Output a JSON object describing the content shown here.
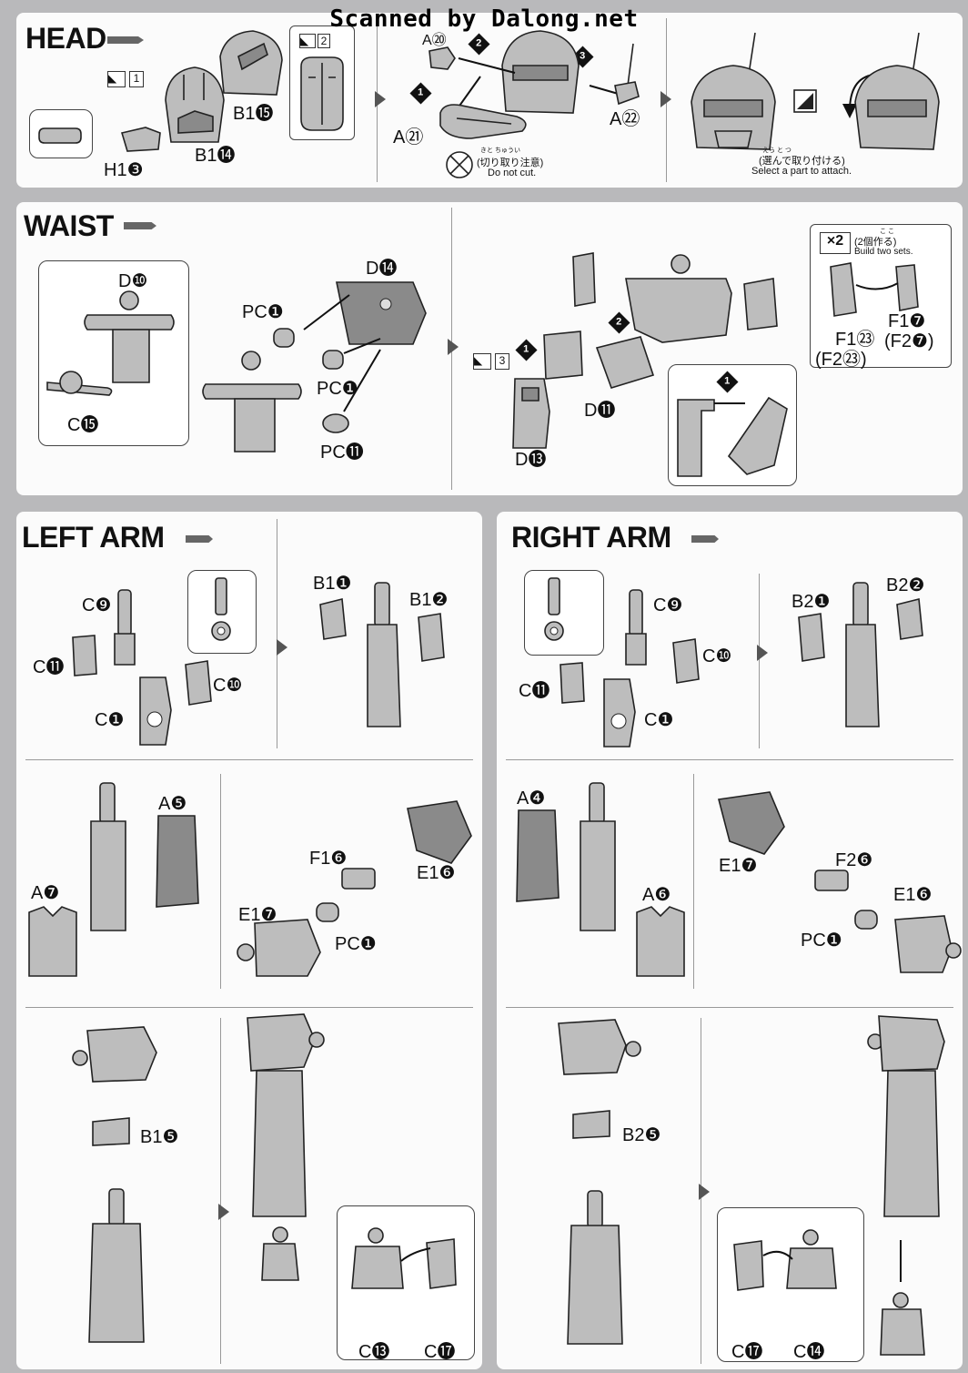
{
  "scan_credit": "Scanned by Dalong.net",
  "sections": {
    "head": {
      "title": "HEAD",
      "labels": {
        "h1_3": "H1❸",
        "b1_14": "B1⓮",
        "b1_15": "B1⓯",
        "a_21": "A㉑",
        "a_22": "A㉒",
        "a_20": "A⑳"
      },
      "icon_1": "1",
      "icon_2": "2",
      "step_1": "1",
      "step_2": "2",
      "step_3": "3",
      "do_not_cut_ruby": "きと  ちゅうい",
      "do_not_cut_jp": "(切り取り注意)",
      "do_not_cut_en": "Do not cut.",
      "select_ruby": "えら    と  つ",
      "select_jp": "(選んで取り付ける)",
      "select_en": "Select a part to attach."
    },
    "waist": {
      "title": "WAIST",
      "labels": {
        "d10": "D❿",
        "d14": "D⓮",
        "pc1_a": "PC❶",
        "pc1_b": "PC❶",
        "pc11": "PC⓫",
        "c15": "C⓯",
        "d11": "D⓫",
        "d13": "D⓭",
        "f1_23": "F1㉓",
        "f2_23": "(F2㉓)",
        "f1_7": "F1❼",
        "f2_7": "(F2❼)"
      },
      "icon_3": "3",
      "step_1": "1",
      "step_2": "2",
      "step_1b": "1",
      "x2": "×2",
      "two_sets_ruby": "こ こ",
      "two_sets_jp": "(2個作る)",
      "two_sets_en": "Build two sets."
    },
    "left_arm": {
      "title": "LEFT ARM",
      "labels": {
        "c9": "C❾",
        "c11": "C⓫",
        "c10": "C❿",
        "c1": "C❶",
        "b1_1": "B1❶",
        "b1_2": "B1❷",
        "a5": "A❺",
        "a7": "A❼",
        "f1_6": "F1❻",
        "e1_6": "E1❻",
        "e1_7": "E1❼",
        "pc1": "PC❶",
        "b1_5": "B1❺",
        "c13": "C⓭",
        "c17": "C⓱"
      }
    },
    "right_arm": {
      "title": "RIGHT ARM",
      "labels": {
        "c9": "C❾",
        "c10": "C❿",
        "c11": "C⓫",
        "c1": "C❶",
        "b2_1": "B2❶",
        "b2_2": "B2❷",
        "a4": "A❹",
        "a6": "A❻",
        "e1_7": "E1❼",
        "f2_6": "F2❻",
        "e1_6": "E1❻",
        "pc1": "PC❶",
        "b2_5": "B2❺",
        "c17": "C⓱",
        "c14": "C⓮"
      }
    }
  },
  "colors": {
    "background": "#b9b9bb",
    "panel": "#fbfbfb",
    "part_fill": "#bdbdbd",
    "part_dark": "#8a8a8a",
    "outline": "#222222"
  }
}
